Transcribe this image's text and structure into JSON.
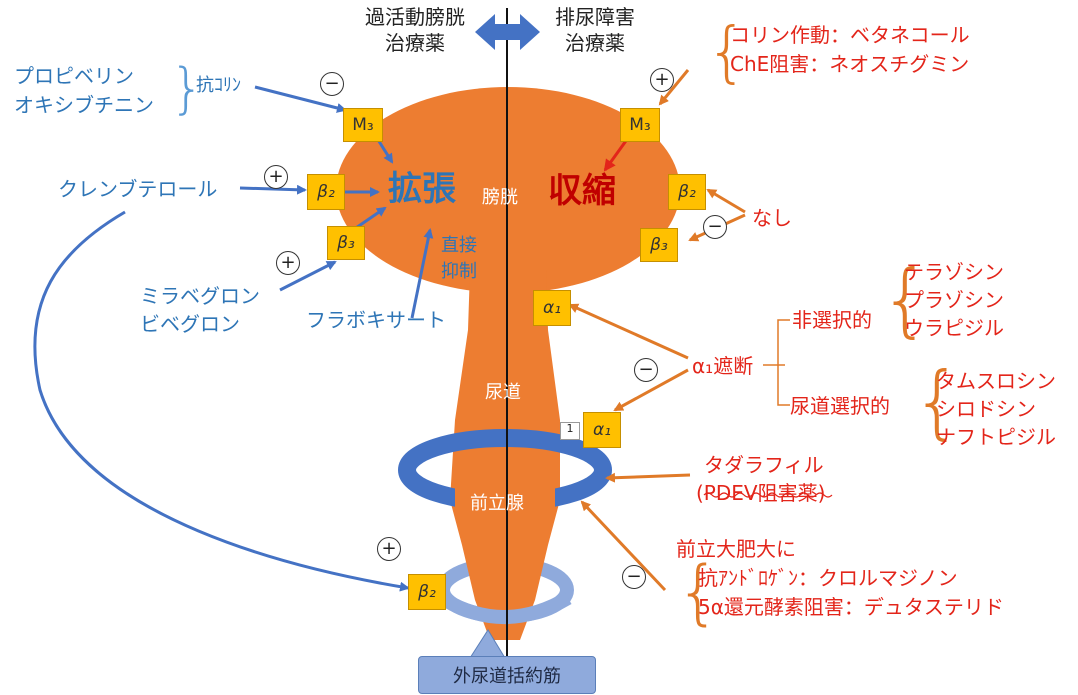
{
  "header": {
    "left_title_line1": "過活動膀胱",
    "left_title_line2": "治療薬",
    "right_title_line1": "排尿障害",
    "right_title_line2": "治療薬"
  },
  "organ_labels": {
    "bladder": "膀胱",
    "urethra": "尿道",
    "prostate": "前立腺",
    "sphincter": "外尿道括約筋"
  },
  "effects": {
    "dilation": "拡張",
    "contraction": "収縮",
    "direct_suppression_line1": "直接",
    "direct_suppression_line2": "抑制"
  },
  "receptors": {
    "m3": "M₃",
    "beta2": "β₂",
    "beta3": "β₃",
    "alpha1": "α₁",
    "small_box": "1"
  },
  "signs": {
    "minus": "−",
    "plus": "+"
  },
  "left_drugs": {
    "anticholinergic_1": "プロピベリン",
    "anticholinergic_2": "オキシブチニン",
    "anticholinergic_class": "抗ｺﾘﾝ",
    "clenbuterol": "クレンブテロール",
    "mirabegron": "ミラベグロン",
    "vibegron": "ビベグロン",
    "flavoxate": "フラボキサート"
  },
  "right_drugs": {
    "cholinergic": "コリン作動：ベタネコール",
    "che_inhibitor": "ChE阻害：ネオスチグミン",
    "none": "なし",
    "alpha1_blocker": "α₁遮断",
    "nonselective": "非選択的",
    "nonselective_1": "テラゾシン",
    "nonselective_2": "プラゾシン",
    "nonselective_3": "ウラピジル",
    "urethral_selective": "尿道選択的",
    "selective_1": "タムスロシン",
    "selective_2": "シロドシン",
    "selective_3": "ナフトピジル",
    "tadalafil": "タダラフィル",
    "pde5": "(PDEⅤ阻害薬)",
    "bph": "前立大肥大に",
    "antiandrogen": "抗ｱﾝﾄﾞﾛｹﾞﾝ：クロルマジノン",
    "reductase": "5α還元酵素阻害：デュタステリド"
  },
  "colors": {
    "organ": "#ED7D31",
    "blue_drug": "#2E75B6",
    "red_drug": "#E3251A",
    "ring": "#4472C4",
    "ring_light": "#8FAADC",
    "receptor": "#FFC000"
  }
}
